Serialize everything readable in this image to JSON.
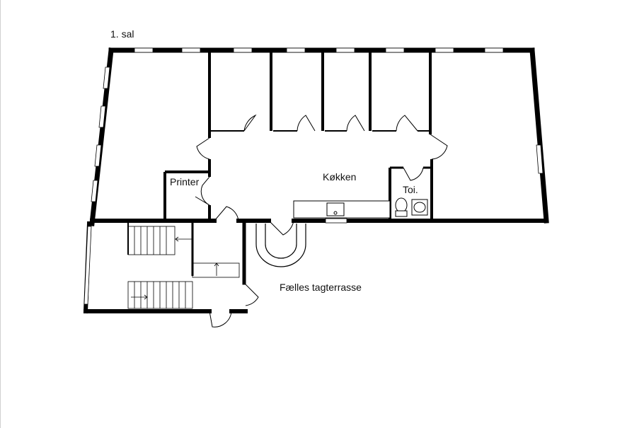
{
  "plan": {
    "floor_label": "1. sal",
    "rooms": {
      "kitchen": "Køkken",
      "printer": "Printer",
      "toilet": "Toi.",
      "terrace": "Fælles tagterrasse"
    }
  }
}
